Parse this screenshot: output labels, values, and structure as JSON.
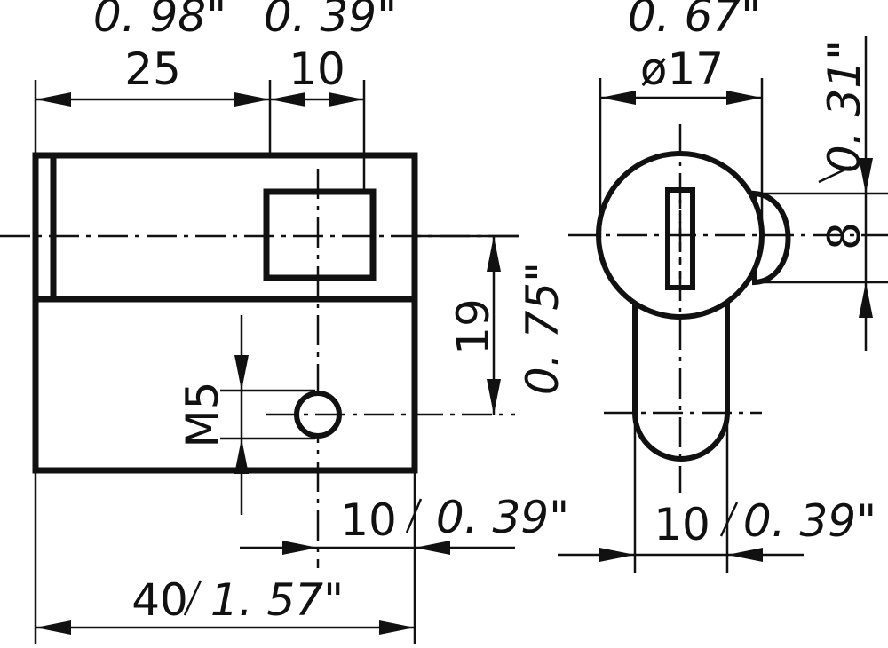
{
  "dimensions": {
    "len_25_mm": "25",
    "len_25_in": "0. 98\"",
    "len_10_mm": "10",
    "len_10_in": "0. 39\"",
    "dia_mm": "ø17",
    "dia_in": "0. 67\"",
    "h_19_mm": "19",
    "h_19_in": "0. 75\"",
    "w_8_mm": "8",
    "w_8_in": "0. 31\"",
    "thread": "M5",
    "side_10_label": "10",
    "side_10_in": "0. 39\"",
    "total_40": "40",
    "total_40_in": "1. 57\"",
    "right_10_label": "10",
    "right_10_in": "0. 39\""
  }
}
